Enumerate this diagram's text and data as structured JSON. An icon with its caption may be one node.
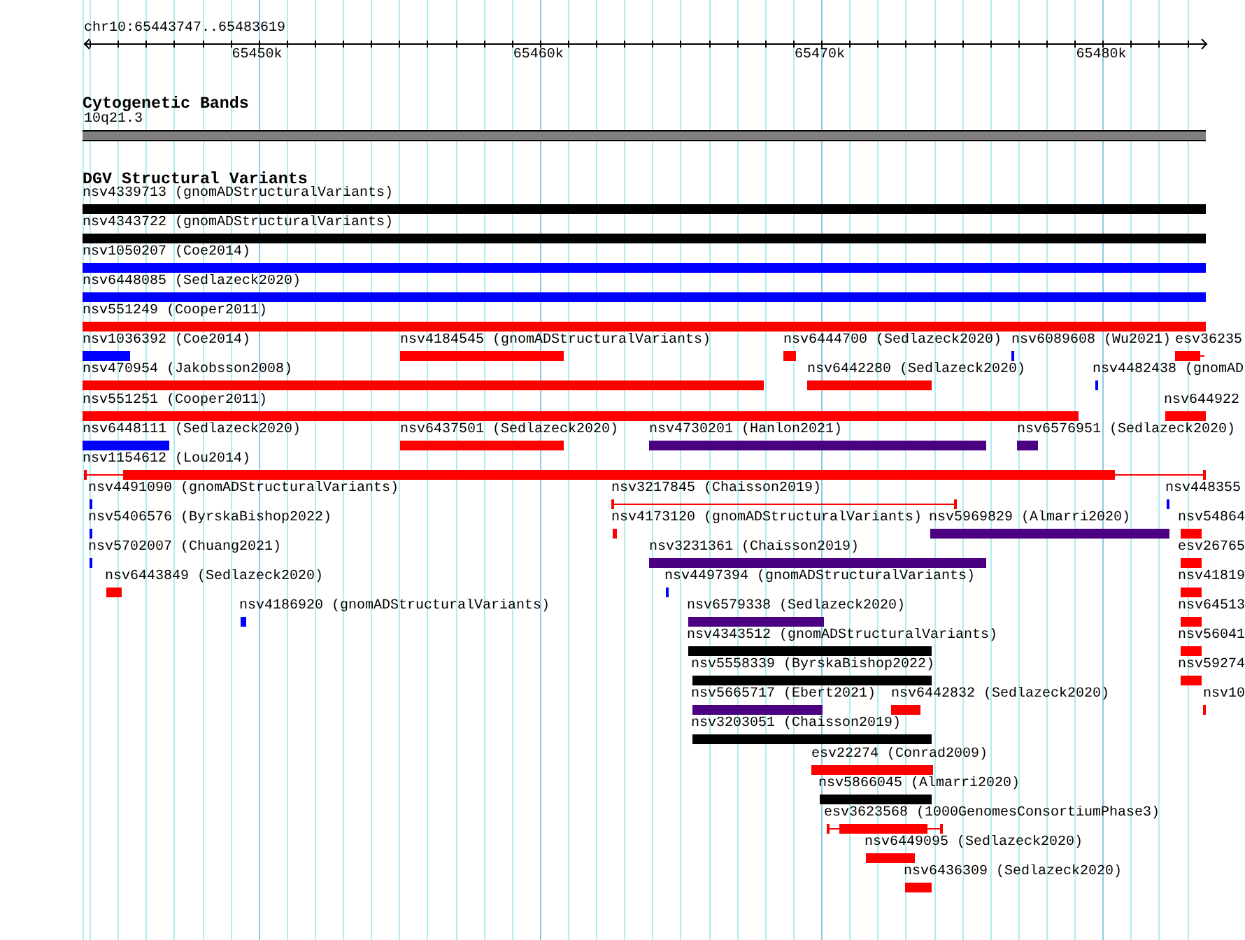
{
  "diagram": {
    "nodes": [
      {
        "text": [
          "10q21.3"
        ]
      },
      {
        "text": [
          "nsv4339713 (gnomADStructuralVariants)"
        ]
      },
      {
        "text": [
          "nsv4343722 (gnomADStructuralVariants)"
        ]
      },
      {
        "text": [
          "nsv1050207 (Coe2014)"
        ]
      },
      {
        "text": [
          "nsv6448085 (Sedlazeck2020)"
        ]
      },
      {
        "text": [
          "nsv551249 (Cooper2011)"
        ]
      },
      {
        "text": [
          "nsv1036392 (Coe2014)"
        ]
      },
      {
        "text": [
          "nsv4184545 (gnomADStructuralVariants)"
        ]
      },
      {
        "text": [
          "nsv6444700 (Sedlazeck2020)"
        ]
      },
      {
        "text": [
          "nsv6089608 (Wu2021)"
        ]
      },
      {
        "text": [
          "esv36235"
        ]
      },
      {
        "text": [
          "nsv470954 (Jakobsson2008)"
        ]
      },
      {
        "text": [
          "nsv6442280 (Sedlazeck2020)"
        ]
      },
      {
        "text": [
          "nsv4482438 (gnomAD"
        ]
      },
      {
        "text": [
          "nsv551251 (Cooper2011)"
        ]
      },
      {
        "text": [
          "nsv644922"
        ]
      },
      {
        "text": [
          "nsv6448111 (Sedlazeck2020)"
        ]
      },
      {
        "text": [
          "nsv6437501 (Sedlazeck2020)"
        ]
      },
      {
        "text": [
          "nsv4730201 (Hanlon2021)"
        ]
      },
      {
        "text": [
          "nsv6576951 (Sedlazeck2020)"
        ]
      },
      {
        "text": [
          "nsv1154612 (Lou2014)"
        ]
      },
      {
        "text": [
          "nsv4491090 (gnomADStructuralVariants)"
        ]
      },
      {
        "text": [
          "nsv3217845 (Chaisson2019)"
        ]
      },
      {
        "text": [
          "nsv448355"
        ]
      },
      {
        "text": [
          "nsv5406576 (ByrskaBishop2022)"
        ]
      },
      {
        "text": [
          "nsv4173120 (gnomADStructuralVariants)"
        ]
      },
      {
        "text": [
          "nsv5969829 (Almarri2020)"
        ]
      },
      {
        "text": [
          "nsv54864"
        ]
      },
      {
        "text": [
          "nsv5702007 (Chuang2021)"
        ]
      },
      {
        "text": [
          "nsv3231361 (Chaisson2019)"
        ]
      },
      {
        "text": [
          "esv26765"
        ]
      },
      {
        "text": [
          "nsv6443849 (Sedlazeck2020)"
        ]
      },
      {
        "text": [
          "nsv4497394 (gnomADStructuralVariants)"
        ]
      },
      {
        "text": [
          "nsv41819"
        ]
      },
      {
        "text": [
          "nsv4186920 (gnomADStructuralVariants)"
        ]
      },
      {
        "text": [
          "nsv6579338 (Sedlazeck2020)"
        ]
      },
      {
        "text": [
          "nsv64513"
        ]
      },
      {
        "text": [
          "nsv4343512 (gnomADStructuralVariants)"
        ]
      },
      {
        "text": [
          "nsv56041"
        ]
      },
      {
        "text": [
          "nsv5558339 (ByrskaBishop2022)"
        ]
      },
      {
        "text": [
          "nsv59274"
        ]
      },
      {
        "text": [
          "nsv5665717 (Ebert2021)"
        ]
      },
      {
        "text": [
          "nsv6442832 (Sedlazeck2020)"
        ]
      },
      {
        "text": [
          "nsv10"
        ]
      },
      {
        "text": [
          "nsv3203051 (Chaisson2019)"
        ]
      },
      {
        "text": [
          "esv22274 (Conrad2009)"
        ]
      },
      {
        "text": [
          "nsv5866045 (Almarri2020)"
        ]
      },
      {
        "text": [
          "esv3623568 (1000GenomesConsortiumPhase3)"
        ]
      },
      {
        "text": [
          "nsv6449095 (Sedlazeck2020)"
        ]
      },
      {
        "text": [
          "nsv6436309 (Sedlazeck2020)"
        ]
      }
    ],
    "labels": [
      "chr10:65443747..65483619",
      "65450k",
      "65460k",
      "65470k",
      "65480k",
      "Cytogenetic Bands",
      "DGV Structural Variants"
    ]
  }
}
